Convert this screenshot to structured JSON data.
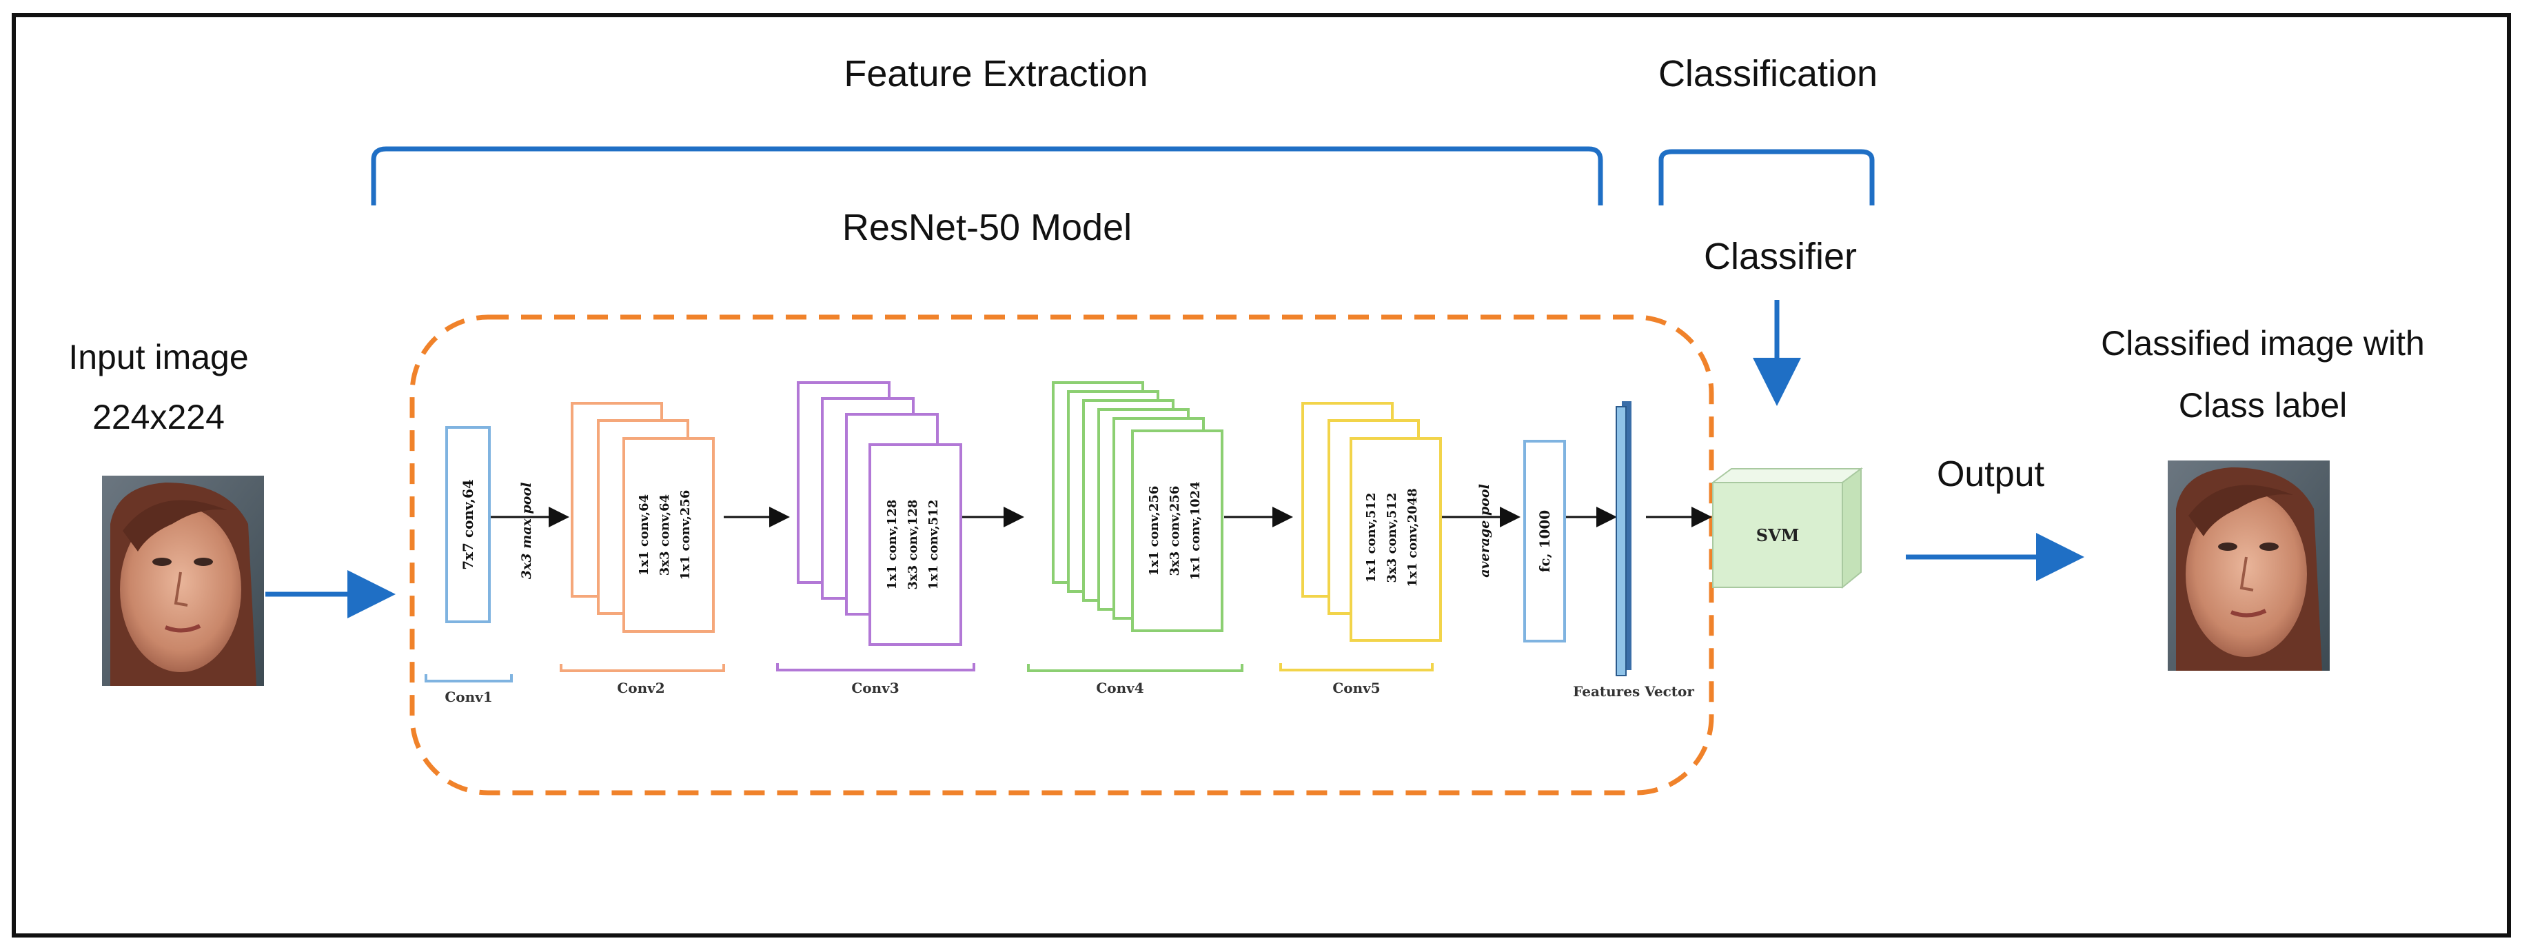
{
  "headers": {
    "feature_extraction": "Feature Extraction",
    "classification": "Classification",
    "model": "ResNet-50 Model",
    "classifier": "Classifier"
  },
  "input": {
    "title": "Input image",
    "size": "224x224"
  },
  "output": {
    "arrow_label": "Output",
    "title_line1": "Classified image with",
    "title_line2": "Class label"
  },
  "layers": {
    "conv1": {
      "text": "7x7 conv,64",
      "label": "Conv1"
    },
    "maxpool": "3x3 max pool",
    "conv2": {
      "lines": [
        "1x1 conv,64",
        "3x3 conv,64",
        "1x1 conv,256"
      ],
      "label": "Conv2"
    },
    "conv3": {
      "lines": [
        "1x1 conv,128",
        "3x3 conv,128",
        "1x1 conv,512"
      ],
      "label": "Conv3"
    },
    "conv4": {
      "lines": [
        "1x1 conv,256",
        "3x3 conv,256",
        "1x1 conv,1024"
      ],
      "label": "Conv4"
    },
    "conv5": {
      "lines": [
        "1x1 conv,512",
        "3x3 conv,512",
        "1x1 conv,2048"
      ],
      "label": "Conv5"
    },
    "avgpool": "average pool",
    "fc": "fc, 1000",
    "features": "Features Vector"
  },
  "svm": "SVM",
  "colors": {
    "blue": "#1f6fc5",
    "orange_dash": "#f0822a",
    "conv1": "#7fb3e0",
    "conv2": "#f5a77a",
    "conv3": "#b278d6",
    "conv4": "#8ccf72",
    "conv5": "#f2d44a",
    "svm_face": "#d9efd0"
  }
}
